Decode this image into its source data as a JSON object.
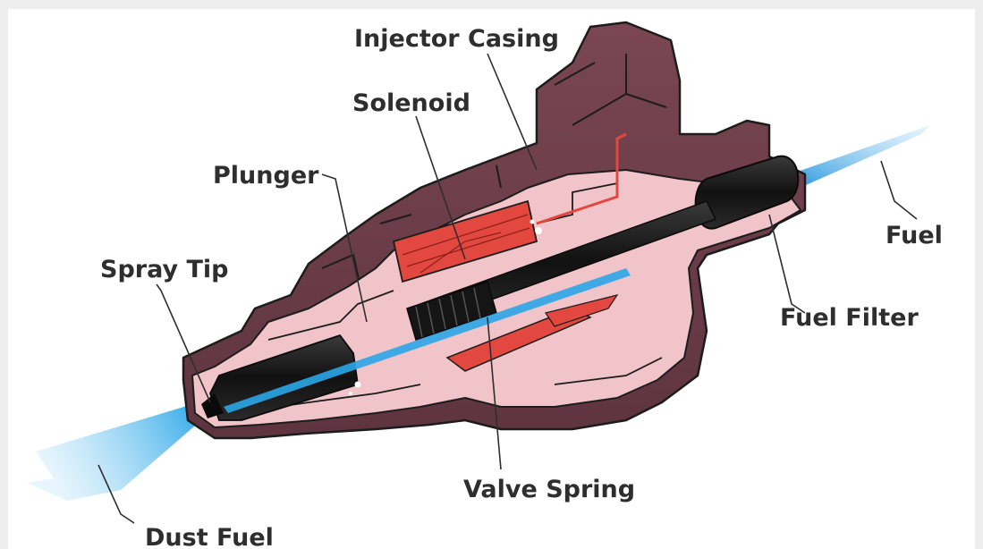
{
  "labels": {
    "injector_casing": "Injector Casing",
    "solenoid": "Solenoid",
    "plunger": "Plunger",
    "spray_tip": "Spray Tip",
    "fuel": "Fuel",
    "fuel_filter": "Fuel Filter",
    "valve_spring": "Valve Spring",
    "dust_fuel": "Dust Fuel"
  },
  "colors": {
    "background": "#ffffff",
    "casing_dark": "#6e3f4a",
    "casing_outline": "#1c1c1c",
    "cutaway_face": "#f0c4c8",
    "solenoid_red": "#e2483f",
    "plunger_black": "#151515",
    "fuel_blue": "#2aa6e8",
    "label_text": "#2e2e2e"
  }
}
